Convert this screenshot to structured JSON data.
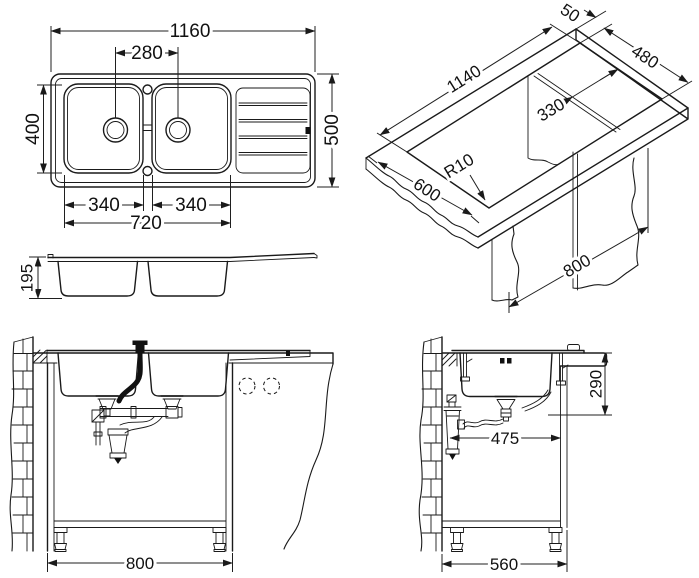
{
  "drawing": {
    "type": "kitchen-sink technical drawing",
    "background": "#ffffff",
    "line_color": "#1a1a1a"
  },
  "top_view": {
    "overall_length": "1160",
    "drain_spacing": "280",
    "bowl_width": "400",
    "overall_width": "500",
    "bowl1_length": "340",
    "bowl2_length": "340",
    "bowls_span": "720"
  },
  "profile_view": {
    "bowl_depth": "195"
  },
  "iso_view": {
    "edge_distance": "50",
    "cutout_width": "480",
    "cutout_length": "1140",
    "panel_distance": "330",
    "corner_radius": "R10",
    "counter_depth": "600",
    "base_width": "800"
  },
  "front_install_view": {
    "cabinet_width": "800"
  },
  "side_install_view": {
    "drain_height": "290",
    "trap_clearance": "475",
    "cabinet_depth": "560"
  }
}
